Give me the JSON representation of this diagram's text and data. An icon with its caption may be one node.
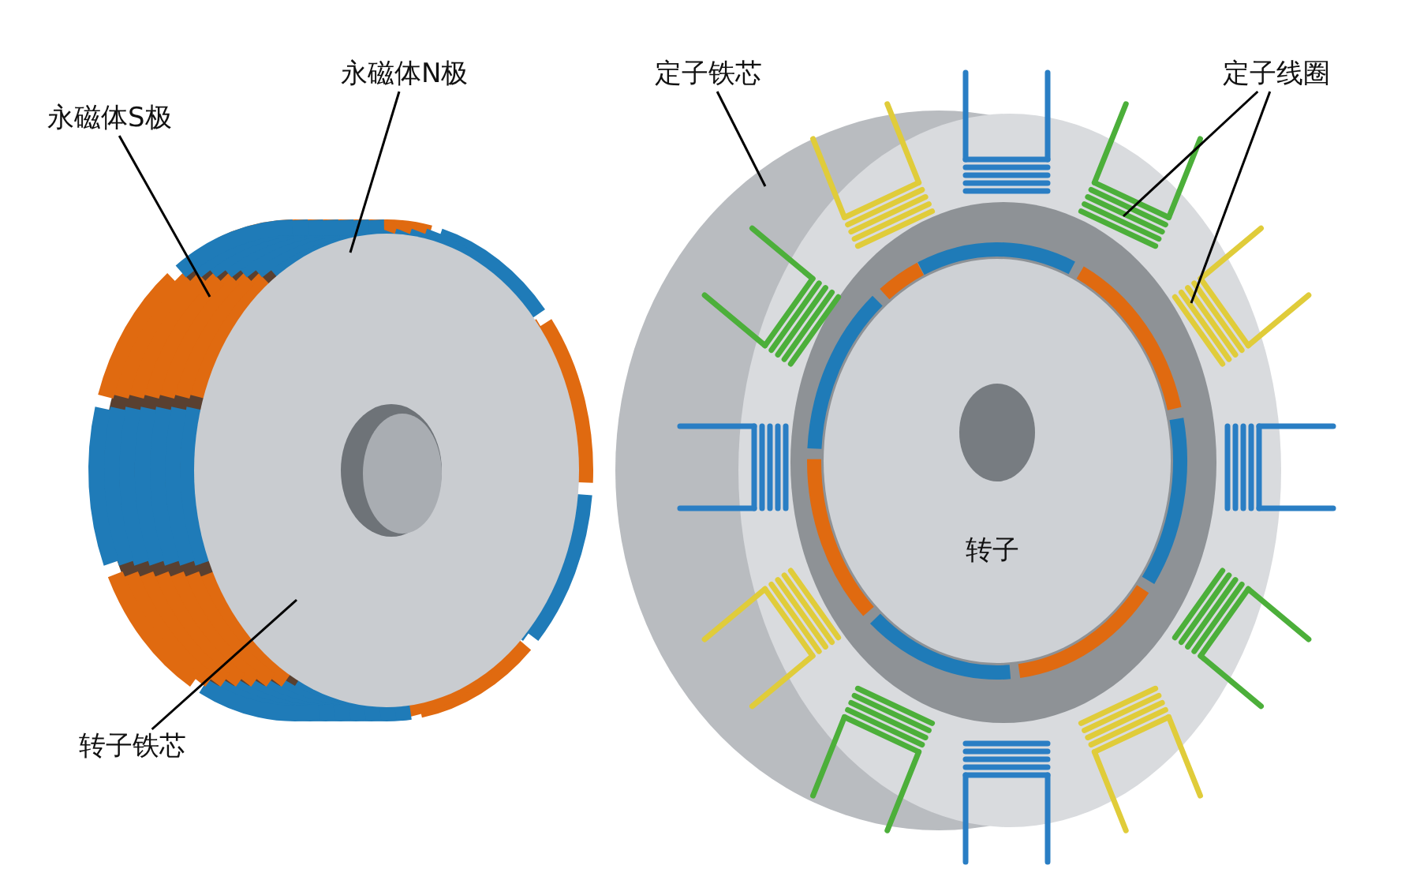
{
  "diagram": {
    "nodes": [
      {
        "text": [
          "永磁体S极"
        ]
      },
      {
        "text": [
          "永磁体N极"
        ]
      },
      {
        "text": [
          "定子铁芯"
        ]
      },
      {
        "text": [
          "定子线圈"
        ]
      },
      {
        "text": [
          "转子铁芯"
        ]
      }
    ],
    "edges": [
      {
        "from": 0,
        "to": null,
        "arrow": "none"
      },
      {
        "from": 1,
        "to": null,
        "arrow": "none"
      },
      {
        "from": 2,
        "to": null,
        "arrow": "none"
      },
      {
        "from": 3,
        "to": null,
        "arrow": "none"
      },
      {
        "from": 3,
        "to": null,
        "arrow": "none"
      },
      {
        "from": 4,
        "to": null,
        "arrow": "none"
      }
    ],
    "labels": [
      "转子"
    ]
  }
}
